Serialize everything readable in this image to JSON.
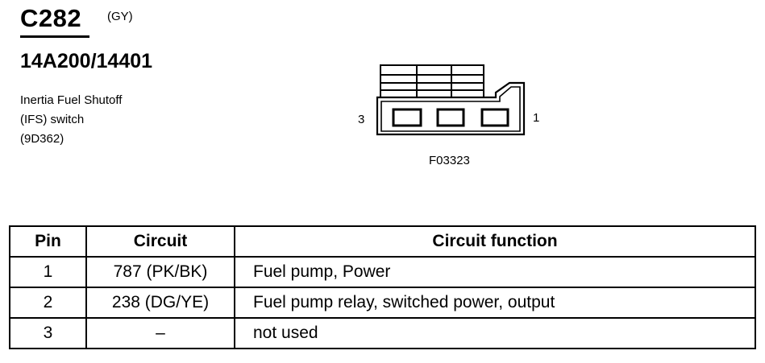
{
  "connector": {
    "id": "C282",
    "color": "(GY)",
    "part_number": "14A200/14401",
    "description_lines": [
      "Inertia Fuel Shutoff",
      "(IFS) switch",
      "(9D362)"
    ]
  },
  "figure": {
    "left_pin_label": "3",
    "right_pin_label": "1",
    "code": "F03323"
  },
  "table": {
    "headers": [
      "Pin",
      "Circuit",
      "Circuit function"
    ],
    "rows": [
      {
        "pin": "1",
        "circuit": "787 (PK/BK)",
        "function": "Fuel pump, Power"
      },
      {
        "pin": "2",
        "circuit": "238 (DG/YE)",
        "function": "Fuel pump relay, switched power, output"
      },
      {
        "pin": "3",
        "circuit": "–",
        "function": "not used"
      }
    ]
  }
}
